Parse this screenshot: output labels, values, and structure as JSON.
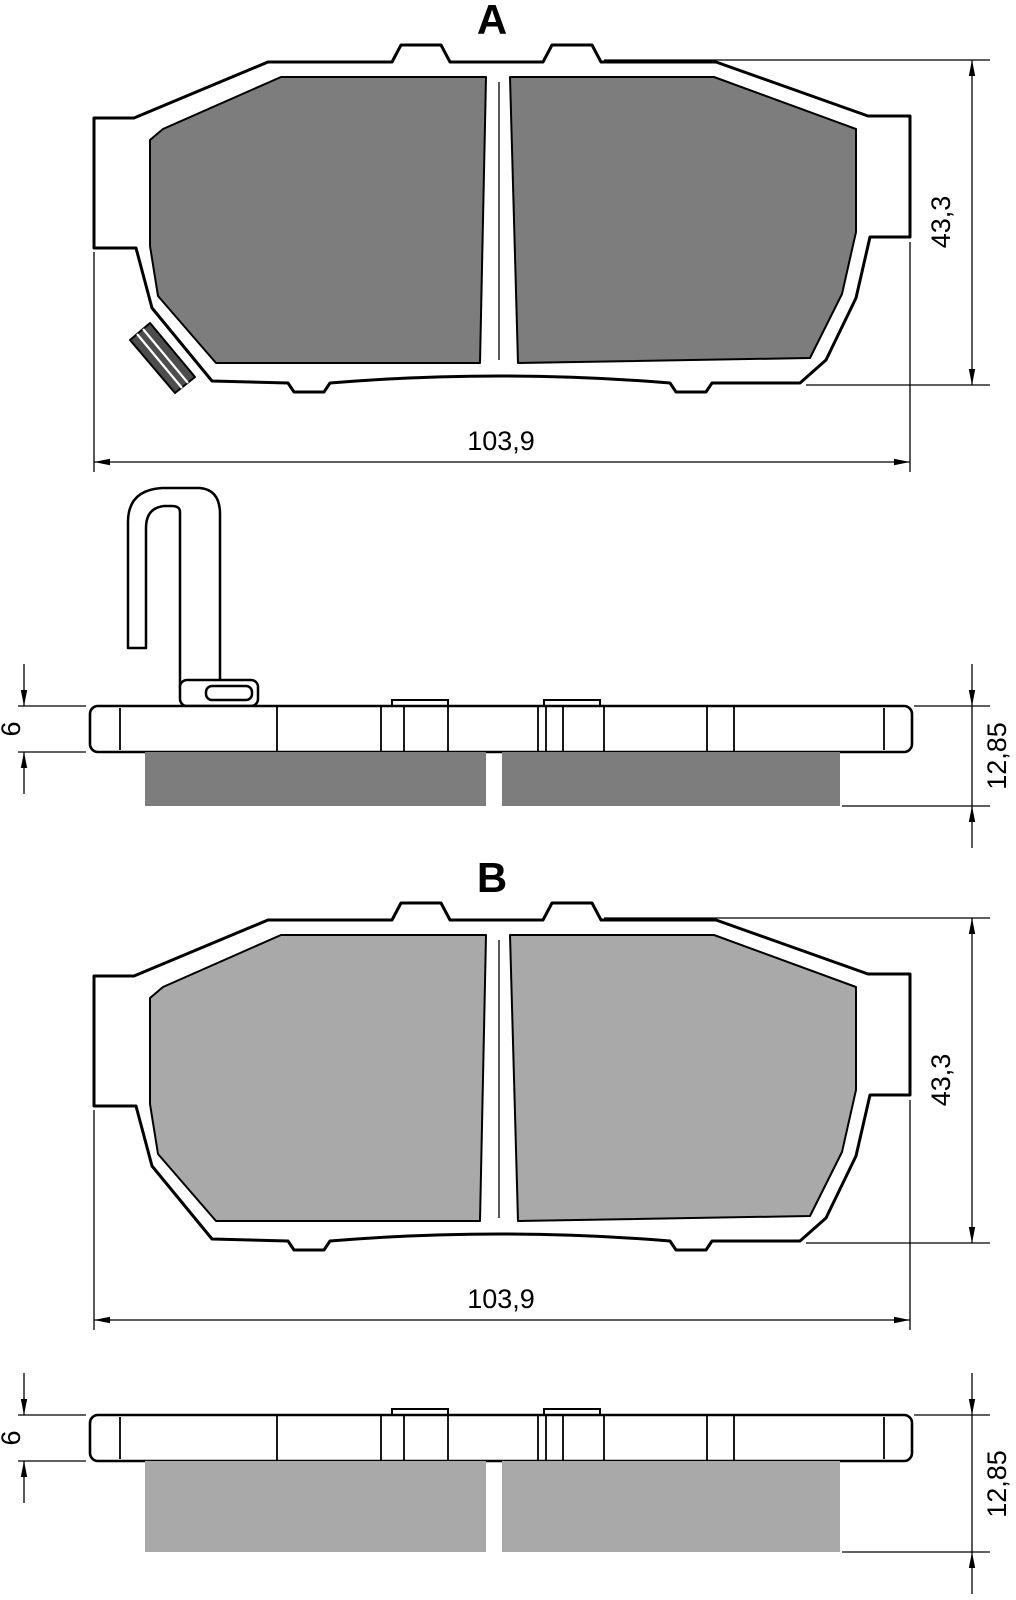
{
  "drawing": {
    "view_a": {
      "label": "A",
      "width": "103,9",
      "height": "43,3",
      "profile": {
        "plate_thickness": "6",
        "total_thickness": "12,85"
      }
    },
    "view_b": {
      "label": "B",
      "width": "103,9",
      "height": "43,3",
      "profile": {
        "plate_thickness": "6",
        "total_thickness": "12,85"
      }
    }
  },
  "colors": {
    "outline": "#000000",
    "background": "#ffffff",
    "friction_a": "#7d7d7d",
    "friction_b": "#a9a9a9",
    "wear_indicator": "#4d4d4d"
  }
}
